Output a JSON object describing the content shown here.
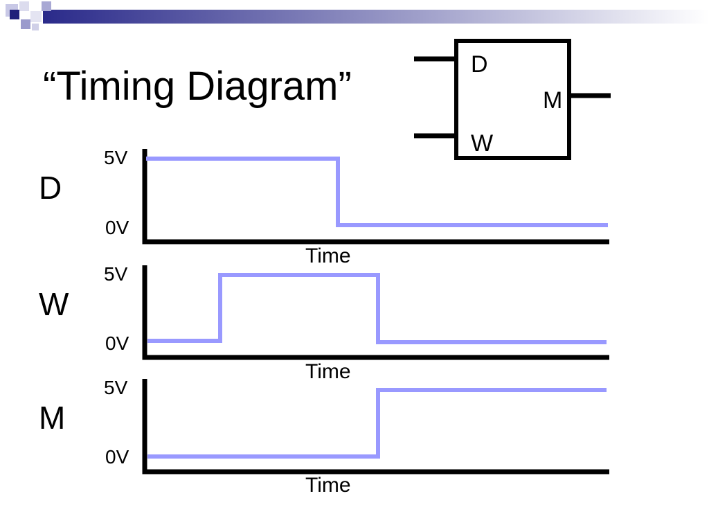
{
  "title": "“Timing Diagram”",
  "block": {
    "input_d": "D",
    "input_w": "W",
    "output_m": "M"
  },
  "y_top_label": "5V",
  "y_bottom_label": "0V",
  "x_label": "Time",
  "signals": [
    {
      "name": "D",
      "levels": [
        "5V",
        "0V"
      ]
    },
    {
      "name": "W",
      "levels": [
        "0V",
        "5V",
        "0V"
      ]
    },
    {
      "name": "M",
      "levels": [
        "0V",
        "5V"
      ]
    }
  ],
  "colors": {
    "signal": "#9999ff",
    "axis": "#000000"
  }
}
